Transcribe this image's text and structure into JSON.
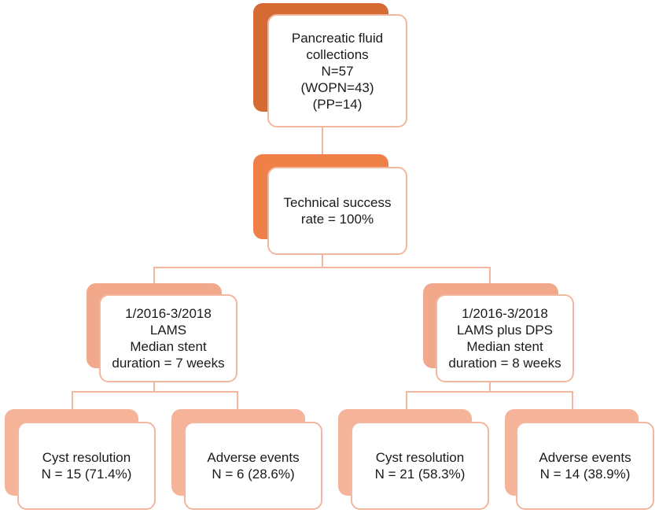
{
  "colors": {
    "level1": "#d66a33",
    "level2": "#ef8047",
    "level3": "#f2a88a",
    "level4": "#f5b39a",
    "card_border": "#f2b79f",
    "connector": "#f2b79f"
  },
  "nodes": {
    "root": {
      "lines": [
        "Pancreatic fluid",
        "collections",
        "N=57",
        "(WOPN=43)",
        "(PP=14)"
      ]
    },
    "success": {
      "lines": [
        "Technical success",
        "rate = 100%"
      ]
    },
    "lams": {
      "lines": [
        "1/2016-3/2018",
        "LAMS",
        "Median stent",
        "duration = 7 weeks"
      ]
    },
    "lams_dps": {
      "lines": [
        "1/2016-3/2018",
        "LAMS plus DPS",
        "Median stent",
        "duration = 8 weeks"
      ]
    },
    "lams_resolution": {
      "lines": [
        "Cyst resolution",
        "N = 15 (71.4%)"
      ]
    },
    "lams_adverse": {
      "lines": [
        "Adverse events",
        "N = 6 (28.6%)"
      ]
    },
    "dps_resolution": {
      "lines": [
        "Cyst resolution",
        "N = 21 (58.3%)"
      ]
    },
    "dps_adverse": {
      "lines": [
        "Adverse events",
        "N = 14 (38.9%)"
      ]
    }
  }
}
